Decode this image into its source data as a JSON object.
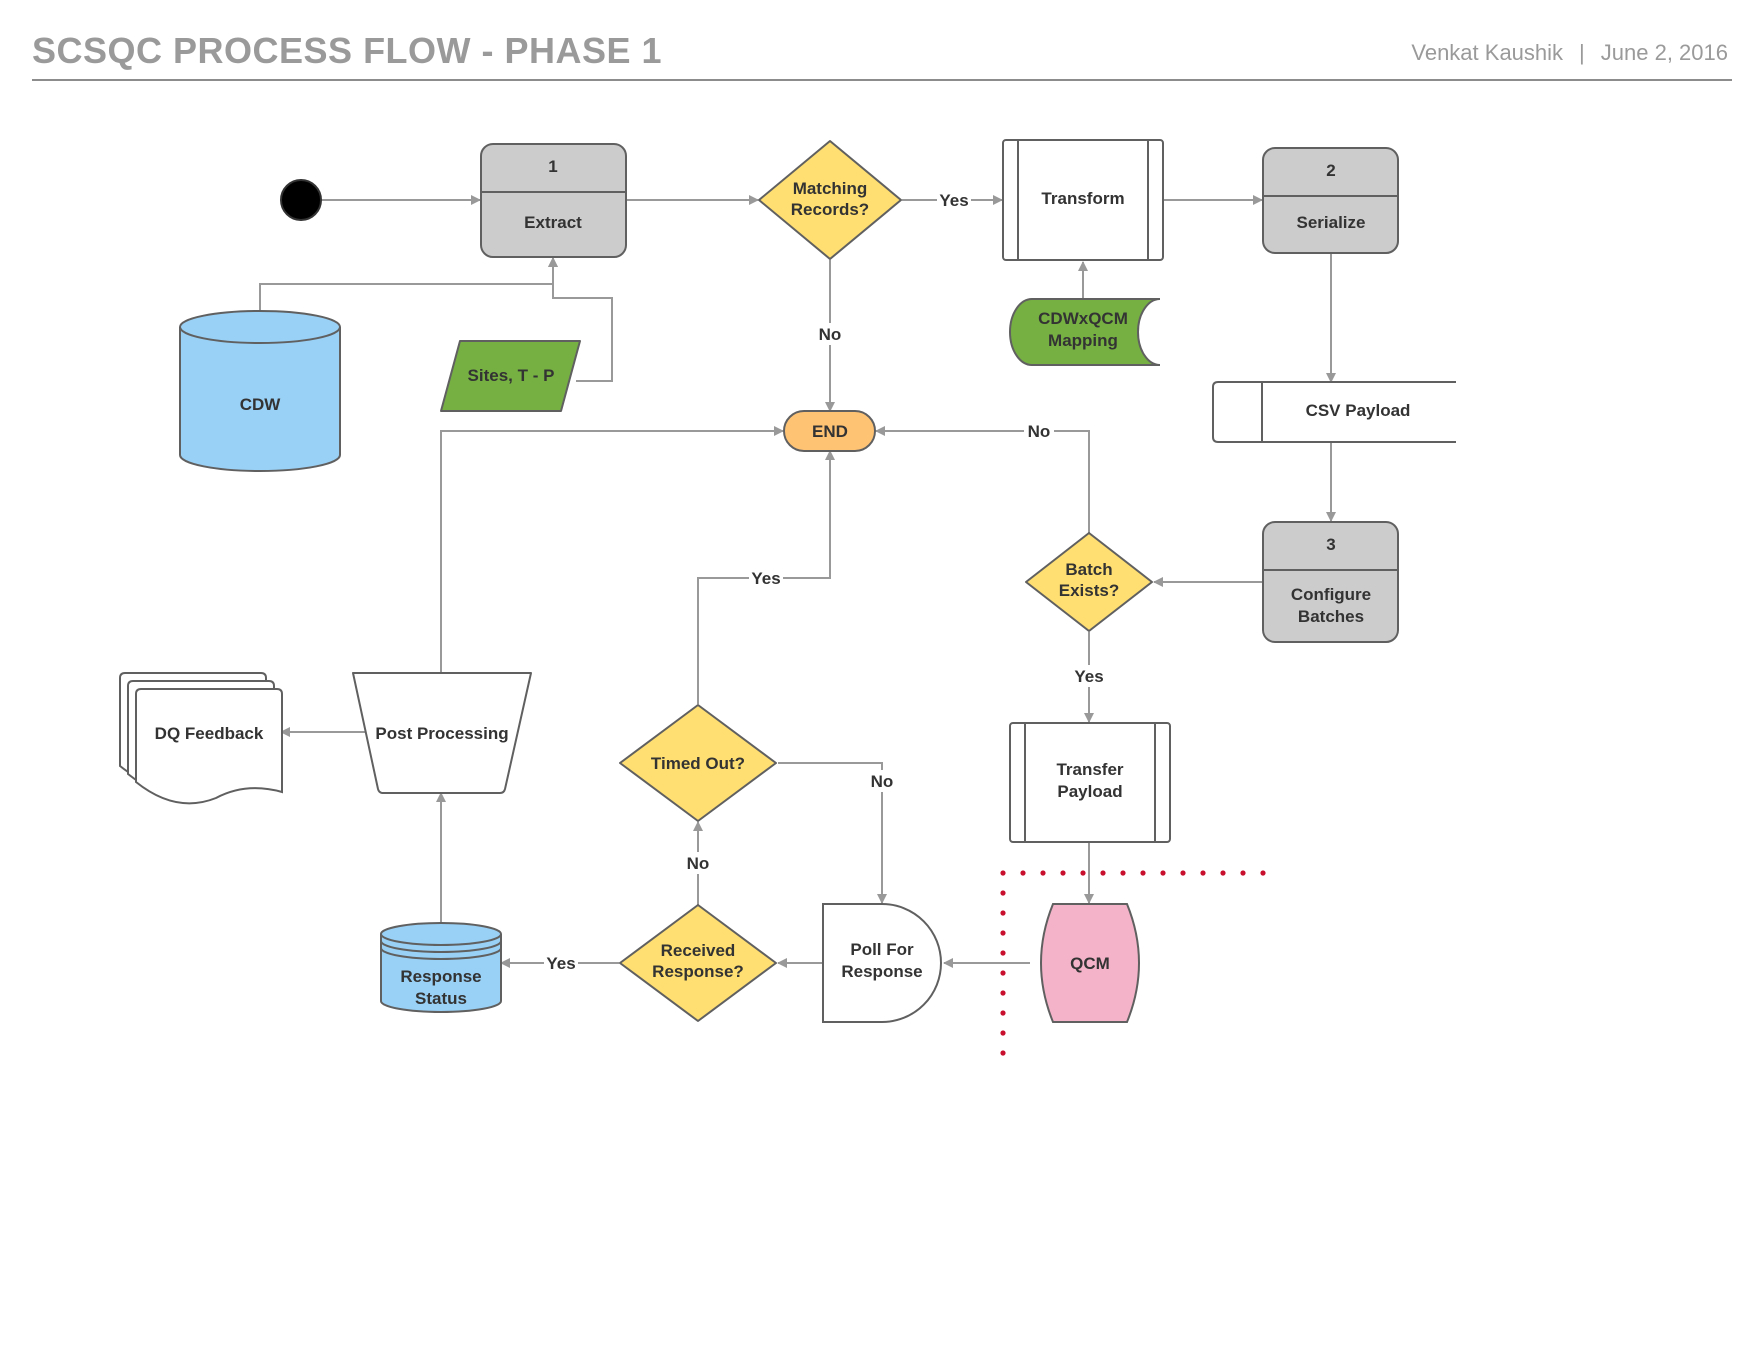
{
  "header": {
    "title": "SCSQC PROCESS FLOW - PHASE 1",
    "author": "Venkat Kaushik",
    "separator": "|",
    "date": "June 2, 2016"
  },
  "colors": {
    "gray_fill": "#cccccc",
    "yellow_decision": "#ffdf71",
    "orange_end": "#ffc374",
    "blue_db": "#99d0f5",
    "green_data": "#76b043",
    "pink_qcm": "#f4b3c8",
    "stroke": "#606060",
    "connector": "#999999",
    "boundary_dots": "#c8102e"
  },
  "nodes": {
    "extract": {
      "number": "1",
      "label": "Extract"
    },
    "matching_records": {
      "line1": "Matching",
      "line2": "Records?"
    },
    "transform": {
      "label": "Transform"
    },
    "serialize": {
      "number": "2",
      "label": "Serialize"
    },
    "cdw": {
      "label": "CDW"
    },
    "sites": {
      "label": "Sites, T - P"
    },
    "mapping": {
      "line1": "CDWxQCM",
      "line2": "Mapping"
    },
    "csv_payload": {
      "label": "CSV Payload"
    },
    "end": {
      "label": "END"
    },
    "configure_batches": {
      "number": "3",
      "line1": "Configure",
      "line2": "Batches"
    },
    "batch_exists": {
      "line1": "Batch",
      "line2": "Exists?"
    },
    "transfer_payload": {
      "line1": "Transfer",
      "line2": "Payload"
    },
    "qcm": {
      "label": "QCM"
    },
    "poll_for_response": {
      "line1": "Poll For",
      "line2": "Response"
    },
    "received_response": {
      "line1": "Received",
      "line2": "Response?"
    },
    "timed_out": {
      "label": "Timed Out?"
    },
    "response_status": {
      "line1": "Response",
      "line2": "Status"
    },
    "post_processing": {
      "label": "Post Processing"
    },
    "dq_feedback": {
      "label": "DQ Feedback"
    }
  },
  "edge_labels": {
    "matching_yes": "Yes",
    "matching_no": "No",
    "batch_no": "No",
    "batch_yes": "Yes",
    "timed_yes": "Yes",
    "timed_no": "No",
    "received_no": "No",
    "received_yes": "Yes"
  }
}
